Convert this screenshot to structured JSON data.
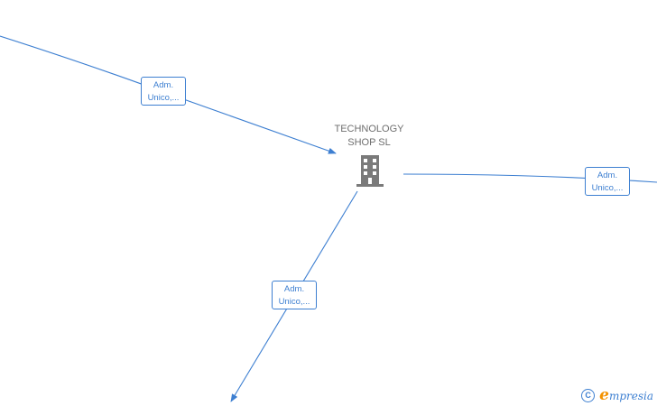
{
  "company": {
    "name_line1": "TECHNOLOGY",
    "name_line2": "SHOP  SL",
    "icon": "building-icon"
  },
  "relations": [
    {
      "line1": "Adm.",
      "line2": "Unico,..."
    },
    {
      "line1": "Adm.",
      "line2": "Unico,..."
    },
    {
      "line1": "Adm.",
      "line2": "Unico,..."
    }
  ],
  "watermark": {
    "copyright": "C",
    "brand_initial": "e",
    "brand_rest": "mpresia"
  },
  "colors": {
    "edge": "#3d7fd1",
    "label_text": "#6f6f6f",
    "icon": "#7a7a7a",
    "brand_accent": "#f39200"
  }
}
